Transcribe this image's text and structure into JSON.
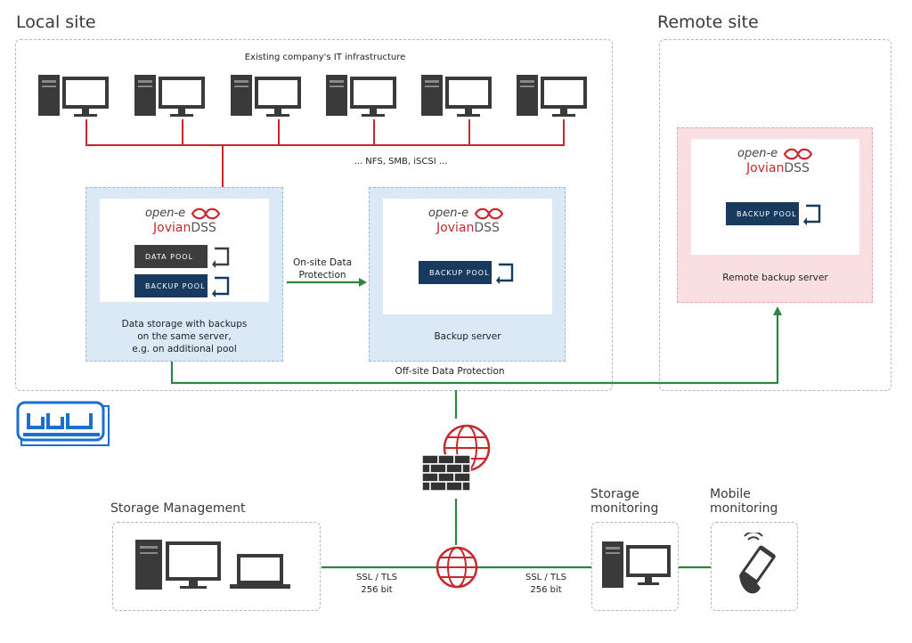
{
  "titles": {
    "local_site": "Local site",
    "remote_site": "Remote site",
    "infrastructure": "Existing company's IT infrastructure",
    "protocols": "... NFS, SMB, iSCSI ...",
    "storage_management": "Storage Management",
    "storage_monitoring_1": "Storage",
    "storage_monitoring_2": "monitoring",
    "mobile_monitoring_1": "Mobile",
    "mobile_monitoring_2": "monitoring"
  },
  "logo": {
    "open_e": "open-e",
    "jovian": "Jovian",
    "dss": "DSS"
  },
  "primary_server": {
    "data_pool": "DATA POOL",
    "backup_pool": "BACKUP POOL",
    "caption_1": "Data storage with backups",
    "caption_2": "on the same server,",
    "caption_3": "e.g. on additional pool"
  },
  "onsite_arrow": {
    "line1": "On-site Data",
    "line2": "Protection"
  },
  "backup_server": {
    "pool": "BACKUP POOL",
    "caption": "Backup server"
  },
  "remote_server": {
    "pool": "BACKUP POOL",
    "caption": "Remote backup server"
  },
  "offsite": "Off-site Data Protection",
  "ssl_left": {
    "line1": "SSL / TLS",
    "line2": "256 bit"
  },
  "ssl_right": {
    "line1": "SSL / TLS",
    "line2": "256 bit"
  },
  "colors": {
    "red_line": "#c8282d",
    "green_line": "#2e8540",
    "navy": "#173a5e",
    "blue_bg": "#dbe9f7",
    "pink_bg": "#f9dfe1"
  },
  "icons": [
    "computer-icon",
    "firewall-icon",
    "globe-icon",
    "laptop-icon",
    "smartphone-icon",
    "backup-sync-icon",
    "watermark-logo-icon"
  ]
}
